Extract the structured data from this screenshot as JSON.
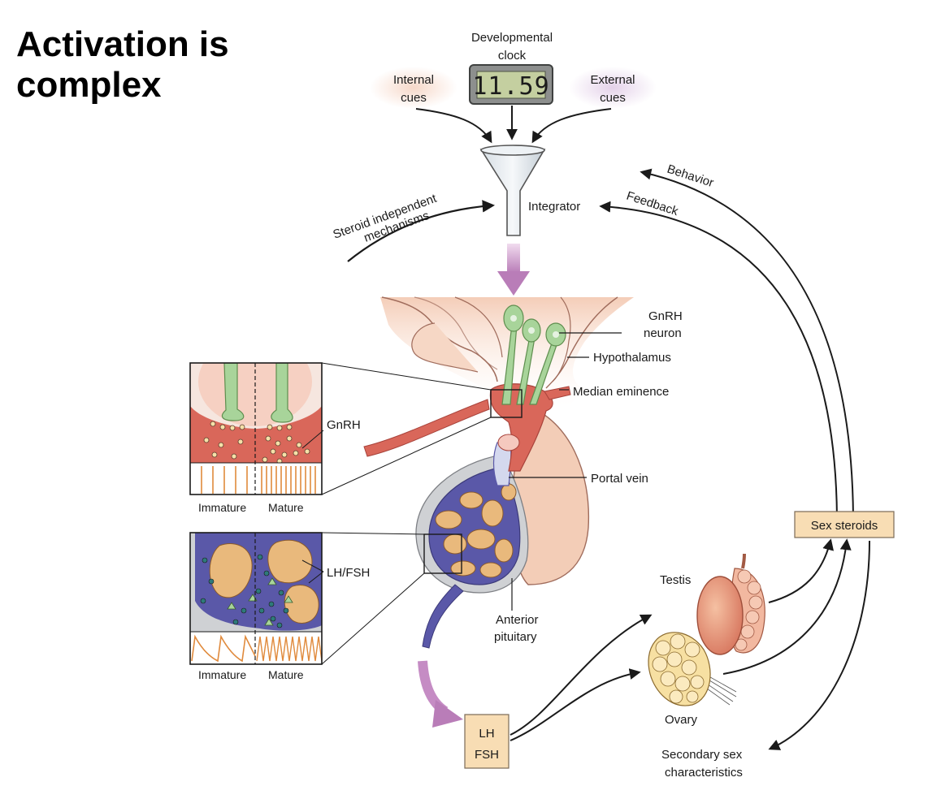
{
  "title": "Activation is complex",
  "diagram": {
    "clock_label_line1": "Developmental",
    "clock_label_line2": "clock",
    "clock_display": "11.59",
    "internal_cues_line1": "Internal",
    "internal_cues_line2": "cues",
    "external_cues_line1": "External",
    "external_cues_line2": "cues",
    "integrator": "Integrator",
    "steroid_independent_line1": "Steroid independent",
    "steroid_independent_line2": "mechanisms",
    "behavior": "Behavior",
    "feedback": "Feedback",
    "gnrh_neuron_line1": "GnRH",
    "gnrh_neuron_line2": "neuron",
    "hypothalamus": "Hypothalamus",
    "median_eminence": "Median eminence",
    "gnrh": "GnRH",
    "portal_vein": "Portal vein",
    "sex_steroids": "Sex steroids",
    "lh_fsh_inset": "LH/FSH",
    "testis": "Testis",
    "anterior_pituitary_line1": "Anterior",
    "anterior_pituitary_line2": "pituitary",
    "ovary": "Ovary",
    "secondary_line1": "Secondary sex",
    "secondary_line2": "characteristics",
    "lh_box_line1": "LH",
    "lh_box_line2": "FSH",
    "immature": "Immature",
    "mature": "Mature",
    "colors": {
      "vessel_red": "#d9675a",
      "pituitary_blue": "#5a58a8",
      "neuron_green": "#a8d49a",
      "tissue_peach": "#f3cdb7",
      "box_fill": "#f8ddb4",
      "arrow_purple": "#c58cc4"
    }
  }
}
